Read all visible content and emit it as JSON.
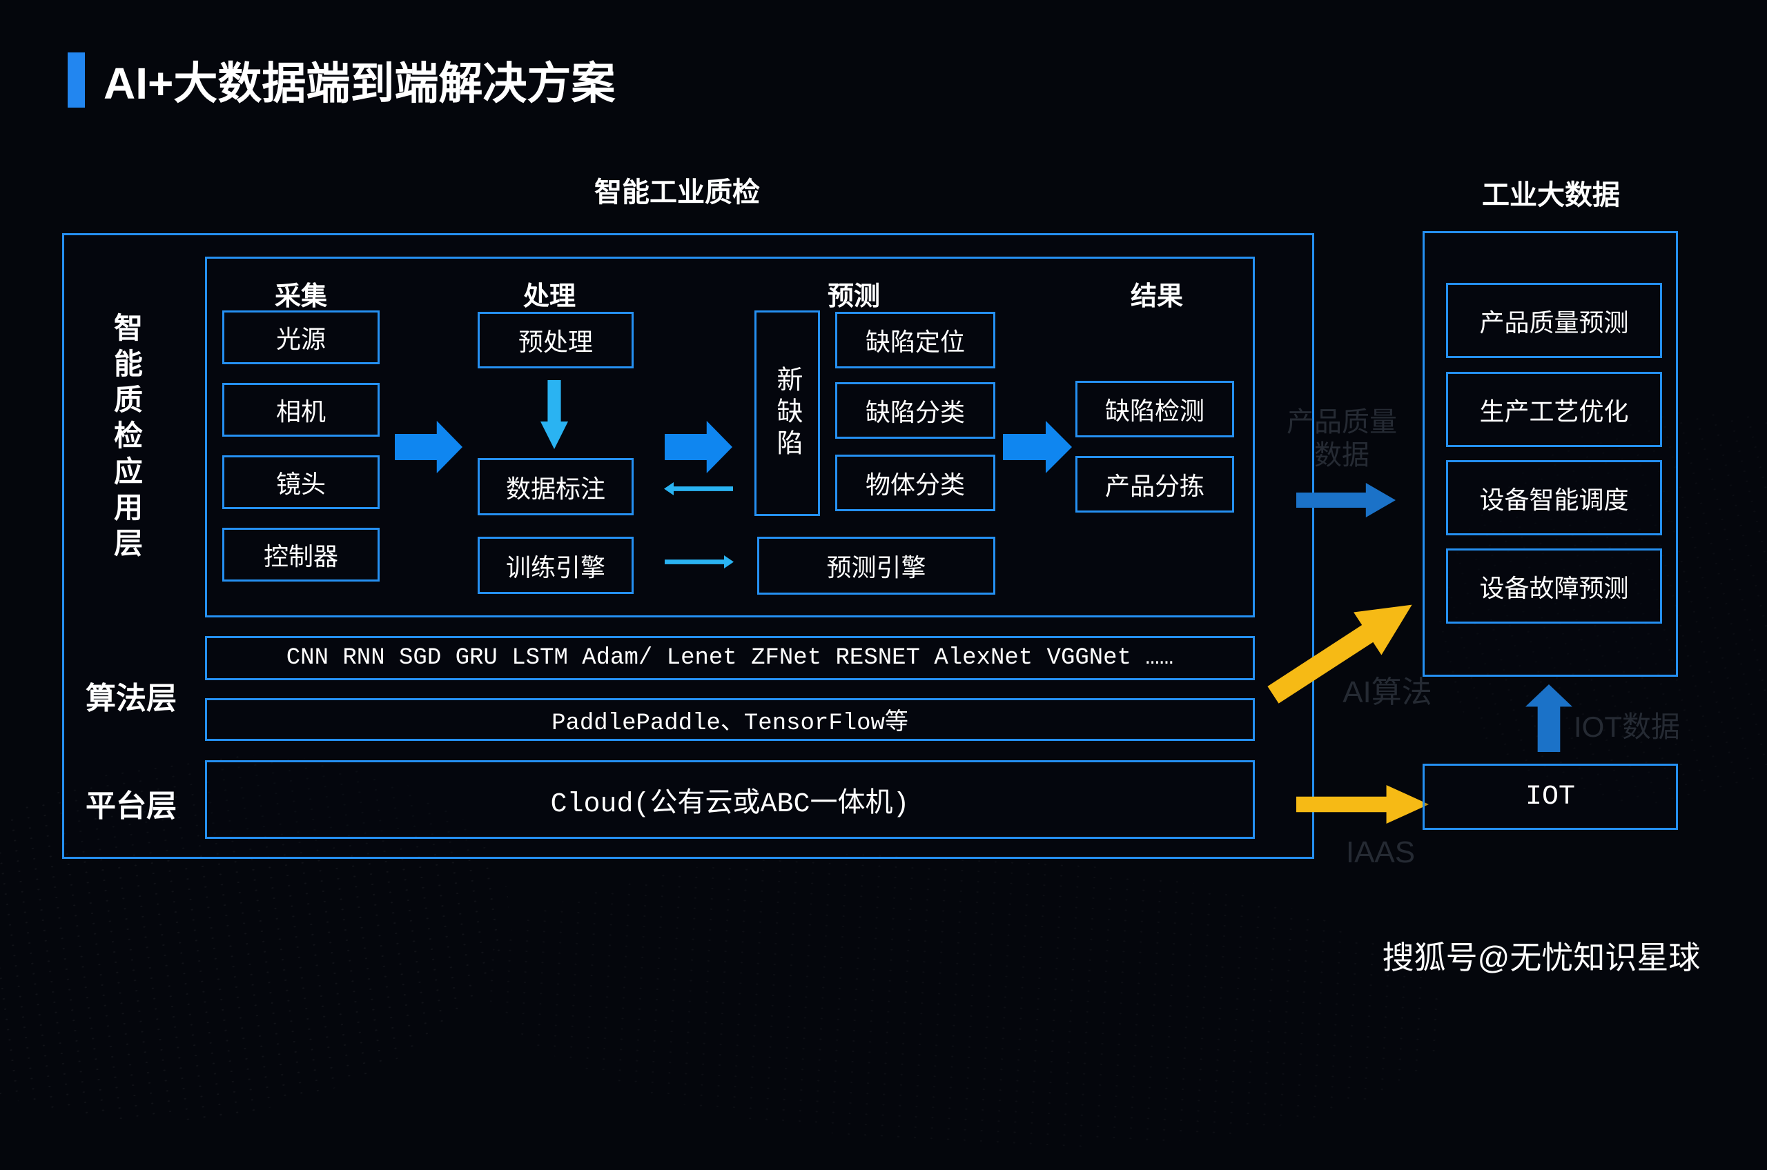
{
  "page": {
    "title": "AI+大数据端到端解决方案",
    "watermark": "搜狐号@无忧知识星球"
  },
  "headers": {
    "left": "智能工业质检",
    "right": "工业大数据"
  },
  "layers": {
    "app": "智能质检应用层",
    "algorithm": "算法层",
    "platform": "平台层"
  },
  "columns": {
    "collect": {
      "label": "采集",
      "items": [
        "光源",
        "相机",
        "镜头",
        "控制器"
      ]
    },
    "process": {
      "label": "处理",
      "items": [
        "预处理",
        "数据标注",
        "训练引擎"
      ]
    },
    "predict": {
      "label": "预测",
      "new_defect": "新缺陷",
      "items": [
        "缺陷定位",
        "缺陷分类",
        "物体分类"
      ],
      "engine": "预测引擎"
    },
    "result": {
      "label": "结果",
      "items": [
        "缺陷检测",
        "产品分拣"
      ]
    }
  },
  "algorithm_rows": {
    "models": "CNN RNN SGD GRU LSTM Adam/ Lenet ZFNet RESNET AlexNet VGGNet ……",
    "frameworks": "PaddlePaddle、TensorFlow等"
  },
  "platform_row": {
    "cloud": "Cloud(公有云或ABC一体机)"
  },
  "bigdata": {
    "items": [
      "产品质量预测",
      "生产工艺优化",
      "设备智能调度",
      "设备故障预测"
    ],
    "iot": "IOT"
  },
  "flow_labels": {
    "quality_data_line1": "产品质量",
    "quality_data_line2": "数据",
    "ai_algorithm": "AI算法",
    "iaas": "IAAS",
    "iot_data": "IOT数据"
  },
  "colors": {
    "background": "#04060c",
    "box_border_blue": "#2590f2",
    "arrow_bright_blue": "#0f86f0",
    "arrow_light_blue": "#2ab3f2",
    "arrow_steel_blue": "#1b72c8",
    "arrow_yellow": "#f6ba15",
    "title_accent_bar": "#2286f0",
    "faint_label": "#252a33"
  }
}
